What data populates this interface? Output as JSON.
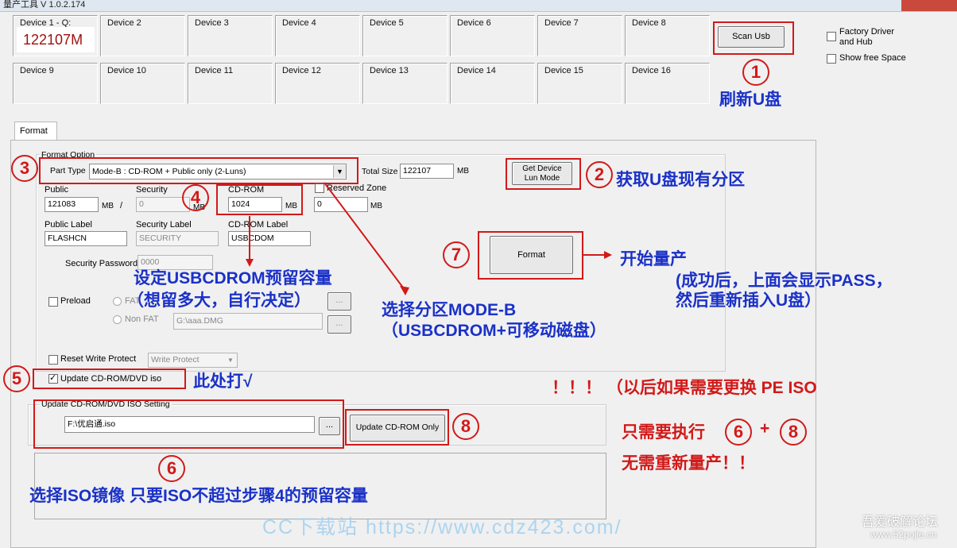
{
  "window": {
    "title": "量产工具 V 1.0.2.174"
  },
  "devices": [
    {
      "label": "Device 1 - Q:",
      "value": "122107M"
    },
    {
      "label": "Device 2"
    },
    {
      "label": "Device 3"
    },
    {
      "label": "Device 4"
    },
    {
      "label": "Device 5"
    },
    {
      "label": "Device 6"
    },
    {
      "label": "Device 7"
    },
    {
      "label": "Device 8"
    },
    {
      "label": "Device 9"
    },
    {
      "label": "Device 10"
    },
    {
      "label": "Device 11"
    },
    {
      "label": "Device 12"
    },
    {
      "label": "Device 13"
    },
    {
      "label": "Device 14"
    },
    {
      "label": "Device 15"
    },
    {
      "label": "Device 16"
    }
  ],
  "scan_button": "Scan Usb",
  "options": {
    "factory_driver": "Factory Driver",
    "factory_driver_2": "and Hub",
    "show_free_space": "Show free Space"
  },
  "tab": "Format",
  "format_option": {
    "group_title": "Format Option",
    "part_type_label": "Part Type",
    "part_type_value": "Mode-B : CD-ROM + Public only   (2-Luns)",
    "total_size_label": "Total Size",
    "total_size_value": "122107",
    "mb": "MB",
    "get_device_line1": "Get Device",
    "get_device_line2": "Lun Mode",
    "public_label": "Public",
    "public_value": "121083",
    "slash": "/",
    "security_label": "Security",
    "security_value": "0",
    "cdrom_label": "CD-ROM",
    "cdrom_value": "1024",
    "reserved_zone_label": "Reserved Zone",
    "reserved_value": "0",
    "public_label_label": "Public Label",
    "public_label_value": "FLASHCN",
    "security_label_label": "Security Label",
    "security_label_value": "SECURITY",
    "cdrom_label_label": "CD-ROM Label",
    "cdrom_label_value": "USBCDOM",
    "security_password_label": "Security Password",
    "security_password_value": "0000",
    "preload_label": "Preload",
    "fat_label": "FAT",
    "non_fat_label": "Non FAT",
    "non_fat_path": "G:\\aaa.DMG",
    "browse": "...",
    "reset_write_protect_label": "Reset Write Protect",
    "write_protect_value": "Write Protect",
    "update_cdrom_label": "Update CD-ROM/DVD iso",
    "format_button": "Format"
  },
  "iso_setting": {
    "group_title": "Update CD-ROM/DVD ISO Setting",
    "path": "F:\\优启通.iso",
    "browse": "...",
    "update_button": "Update CD-ROM Only"
  },
  "annotations": {
    "n1": "1",
    "n2": "2",
    "n3": "3",
    "n4": "4",
    "n5": "5",
    "n6": "6",
    "n7": "7",
    "n8": "8",
    "refresh": "刷新U盘",
    "get_partition": "获取U盘现有分区",
    "set_cdrom_1": "设定USBCDROM预留容量",
    "set_cdrom_2": "（想留多大，自行决定）",
    "select_mode_1": "选择分区MODE-B",
    "select_mode_2": "（USBCDROM+可移动磁盘）",
    "start_1": "开始量产",
    "start_2": "(成功后，上面会显示PASS，",
    "start_3": "然后重新插入U盘）",
    "check_here": "此处打√",
    "later": "！！！ （以后如果需要更换 PE ISO",
    "only_need": "只需要执行",
    "plus": "+",
    "no_need": "无需重新量产！！",
    "select_iso": "选择ISO镜像 只要ISO不超过步骤4的预留容量"
  },
  "watermark": {
    "left": "CC下载站 https://www.cdz423.com/",
    "right_1": "吾爱破解论坛",
    "right_2": "www.52pojie.cn"
  }
}
